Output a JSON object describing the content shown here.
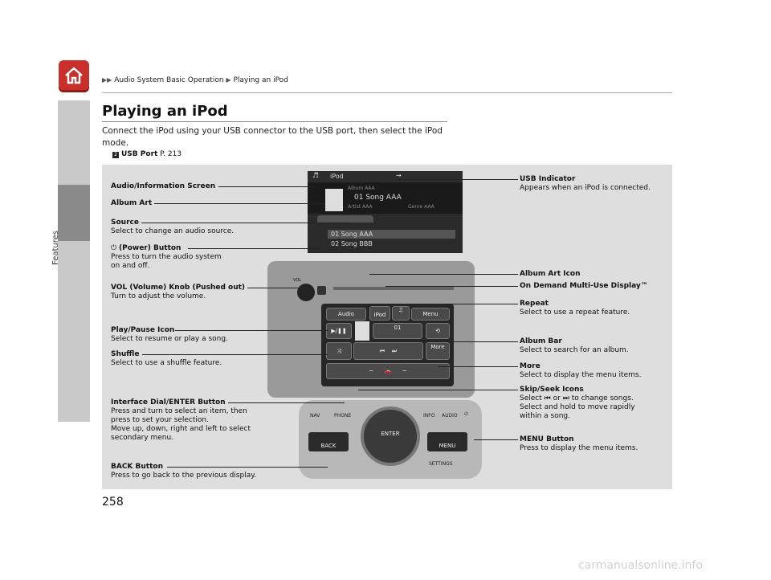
{
  "breadcrumb": {
    "part1": "Audio System Basic Operation",
    "part2": "Playing an iPod"
  },
  "side_label": "Features",
  "title": "Playing an iPod",
  "intro": "Connect the iPod using your USB connector to the USB port, then select the iPod mode.",
  "xref": {
    "bold": "USB Port",
    "page": "P. 213"
  },
  "callouts_left": {
    "audio_info_screen": "Audio/Information Screen",
    "album_art": "Album Art",
    "source_title": "Source",
    "source_desc": "Select to change an audio source.",
    "power_title": "(Power) Button",
    "power_desc1": "Press to turn the audio system",
    "power_desc2": "on and off.",
    "vol_title": "VOL (Volume) Knob (Pushed out)",
    "vol_desc": "Turn to adjust the volume.",
    "playpause_title": "Play/Pause Icon",
    "playpause_desc": "Select to resume or play a song.",
    "shuffle_title": "Shuffle",
    "shuffle_desc": "Select to use a shuffle feature.",
    "dial_title": "Interface Dial/ENTER Button",
    "dial_desc1": "Press and turn to select an item, then",
    "dial_desc2": "press to set your selection.",
    "dial_desc3": "Move up, down, right and left to select",
    "dial_desc4": "secondary menu.",
    "back_title": "BACK Button",
    "back_desc": "Press to go back to the previous display."
  },
  "callouts_right": {
    "usb_title": "USB Indicator",
    "usb_desc": "Appears when an iPod is connected.",
    "album_art_icon": "Album Art Icon",
    "ondemand": "On Demand Multi-Use Display™",
    "repeat_title": "Repeat",
    "repeat_desc": "Select to use a repeat feature.",
    "album_bar_title": "Album Bar",
    "album_bar_desc": "Select to search for an album.",
    "more_title": "More",
    "more_desc": "Select to display the menu items.",
    "skip_title": "Skip/Seek Icons",
    "skip_desc_a": "Select",
    "skip_desc_or": "or",
    "skip_desc_b": "to change songs.",
    "skip_desc2": "Select and hold to move rapidly",
    "skip_desc3": "within a song.",
    "menu_title": "MENU Button",
    "menu_desc": "Press to display the menu items."
  },
  "screen": {
    "header": "iPod",
    "album": "Album AAA",
    "song": "01  Song AAA",
    "artist": "Artist AAA",
    "genre": "Genre AAA",
    "track1": "01  Song AAA",
    "track2": "02  Song BBB"
  },
  "unit": {
    "vol": "VOL",
    "audio_tile": "Audio",
    "ipod_tile": "iPod",
    "menu_tile": "Menu",
    "song_no": "01",
    "more": "More"
  },
  "console": {
    "nav": "NAV",
    "phone": "PHONE",
    "info": "INFO",
    "audio": "AUDIO",
    "back": "BACK",
    "enter": "ENTER",
    "menu": "MENU",
    "settings": "SETTINGS"
  },
  "page_number": "258",
  "watermark": "carmanualsonline.info"
}
